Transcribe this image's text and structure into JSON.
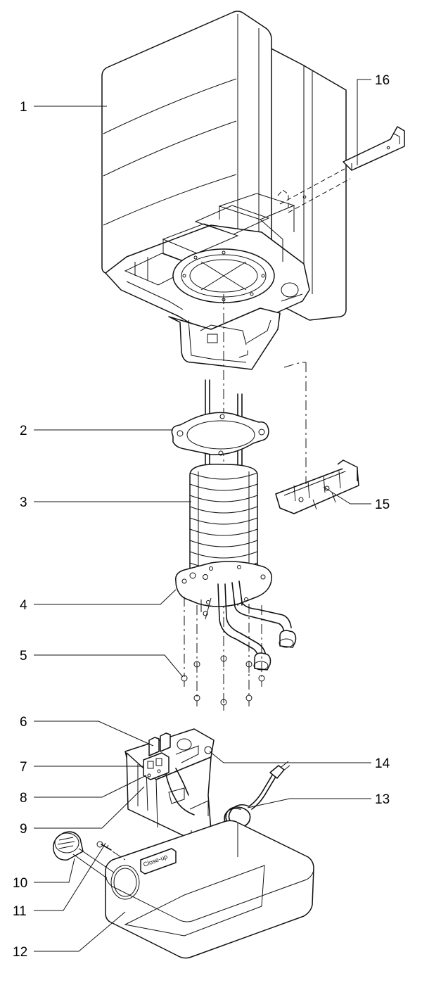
{
  "diagram": {
    "callouts": [
      {
        "id": "1",
        "text": "1"
      },
      {
        "id": "2",
        "text": "2"
      },
      {
        "id": "3",
        "text": "3"
      },
      {
        "id": "4",
        "text": "4"
      },
      {
        "id": "5",
        "text": "5"
      },
      {
        "id": "6",
        "text": "6"
      },
      {
        "id": "7",
        "text": "7"
      },
      {
        "id": "8",
        "text": "8"
      },
      {
        "id": "9",
        "text": "9"
      },
      {
        "id": "10",
        "text": "10"
      },
      {
        "id": "11",
        "text": "11"
      },
      {
        "id": "12",
        "text": "12"
      },
      {
        "id": "13",
        "text": "13"
      },
      {
        "id": "14",
        "text": "14"
      },
      {
        "id": "15",
        "text": "15"
      },
      {
        "id": "16",
        "text": "16"
      }
    ],
    "plate_text": "Close-up"
  }
}
